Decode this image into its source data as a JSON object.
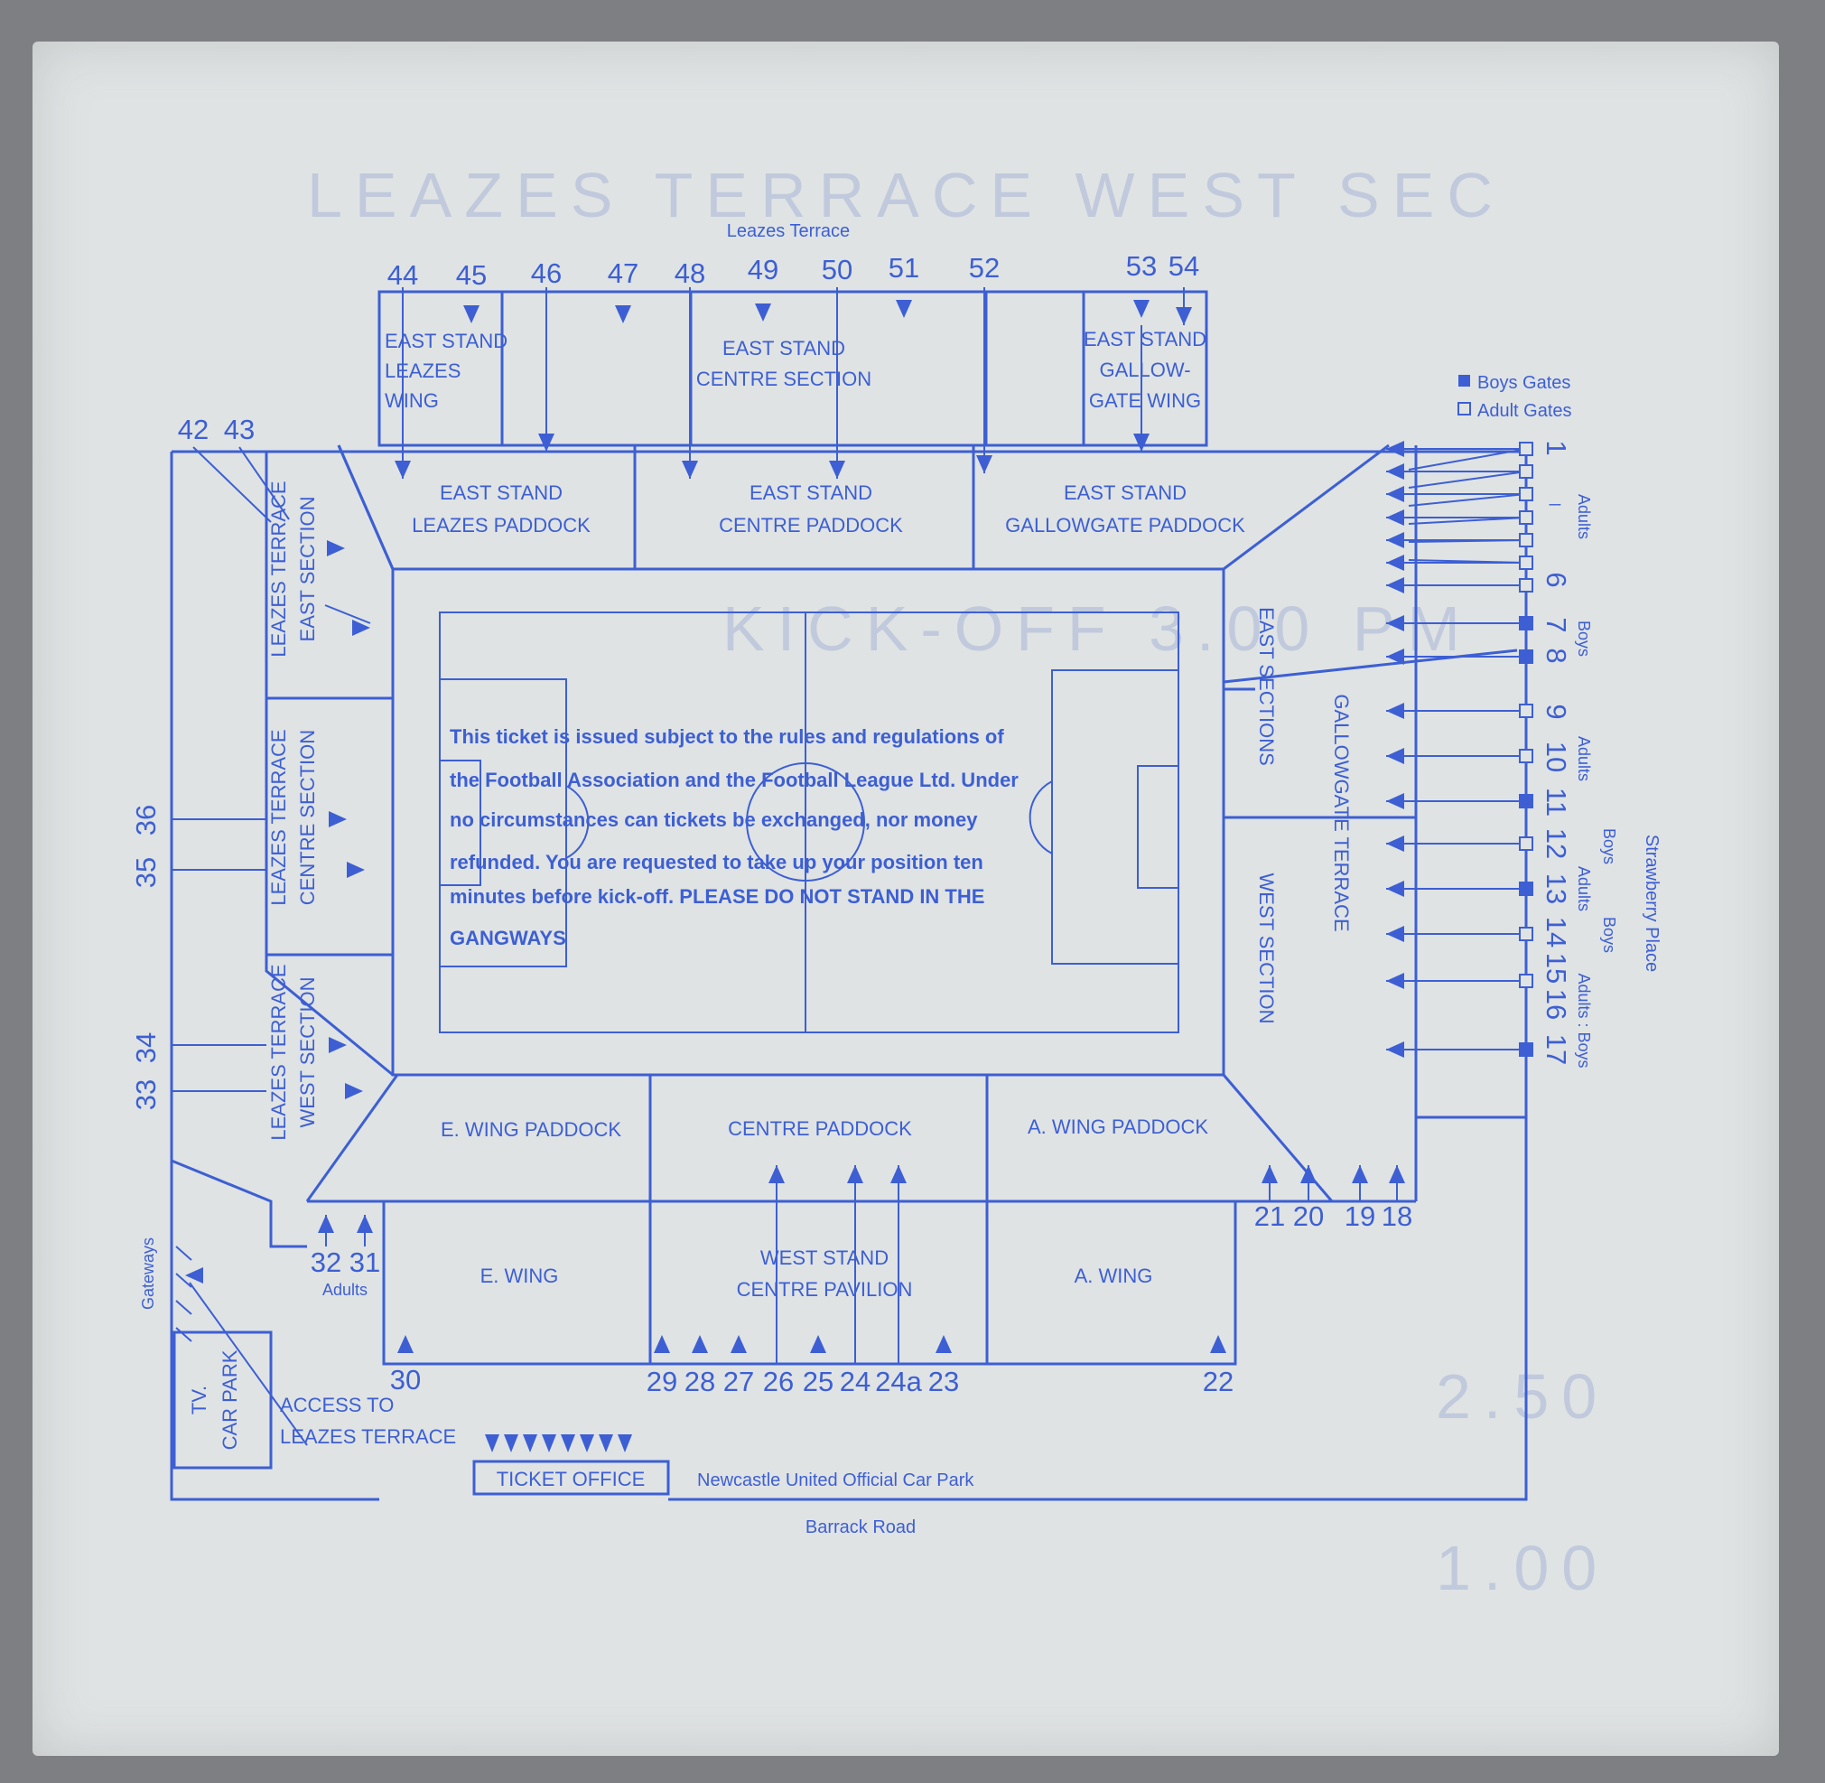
{
  "map": {
    "top_road": "Leazes Terrace",
    "bottom_road": "Barrack Road",
    "right_road": "Strawberry Place",
    "left_note": "Gateways",
    "legend": {
      "boys": "Boys Gates",
      "adults": "Adult Gates"
    },
    "sections": {
      "es_leazes_wing": [
        "EAST STAND",
        "LEAZES",
        "WING"
      ],
      "es_centre_section": [
        "EAST STAND",
        "CENTRE SECTION"
      ],
      "es_gallowgate_wing": [
        "EAST STAND",
        "GALLOW-",
        "GATE WING"
      ],
      "es_leazes_paddock": [
        "EAST STAND",
        "LEAZES PADDOCK"
      ],
      "es_centre_paddock": [
        "EAST STAND",
        "CENTRE PADDOCK"
      ],
      "es_gallowgate_paddock": [
        "EAST STAND",
        "GALLOWGATE PADDOCK"
      ],
      "lt_east": [
        "LEAZES TERRACE",
        "EAST SECTION"
      ],
      "lt_centre": [
        "LEAZES TERRACE",
        "CENTRE SECTION"
      ],
      "lt_west": [
        "LEAZES TERRACE",
        "WEST SECTION"
      ],
      "gt_east": "EAST SECTIONS",
      "gt_west": "WEST SECTION",
      "gt_name": "GALLOWGATE TERRACE",
      "e_wing_paddock": "E. WING PADDOCK",
      "centre_paddock": "CENTRE PADDOCK",
      "a_wing_paddock": "A. WING PADDOCK",
      "e_wing": "E. WING",
      "ws_centre_pavilion": [
        "WEST STAND",
        "CENTRE PAVILION"
      ],
      "a_wing": "A. WING",
      "tv_car_park": [
        "TV.",
        "CAR PARK"
      ],
      "access": [
        "ACCESS TO",
        "LEAZES TERRACE"
      ],
      "ticket_office": "TICKET OFFICE",
      "official_car_park": "Newcastle United Official Car Park"
    },
    "gates": {
      "top": [
        "44",
        "45",
        "46",
        "47",
        "48",
        "49",
        "50",
        "51",
        "52",
        "53",
        "54"
      ],
      "left_top": [
        "42",
        "43"
      ],
      "left_side": [
        "36",
        "35",
        "34",
        "33"
      ],
      "right": [
        "1",
        "6",
        "7",
        "8",
        "9",
        "10",
        "11",
        "12",
        "13",
        "14",
        "15",
        "16",
        "17"
      ],
      "bottom_right": [
        "21",
        "20",
        "19",
        "18"
      ],
      "bottom_left": [
        "32",
        "31"
      ],
      "bottom": [
        "30",
        "29",
        "28",
        "27",
        "26",
        "25",
        "24",
        "24a",
        "23",
        "22"
      ]
    },
    "gate_notes": {
      "adults_1_6": "Adults",
      "dash": "_",
      "boys_7_8": "Boys",
      "adults_9_11": "Adults",
      "boys_12": "Boys",
      "adults_13": "Adults",
      "boys_14": "Boys",
      "adults_boys_15_17": "Adults : Boys",
      "adults_31_32": "Adults"
    },
    "notice": [
      "This ticket is issued subject to the rules and regulations of",
      "the Football Association and the Football League Ltd. Under",
      "no circumstances can tickets be exchanged, nor money",
      "refunded. You are requested to take up your position ten",
      "minutes before kick-off. PLEASE DO NOT STAND IN THE",
      "GANGWAYS"
    ],
    "show_through": {
      "line1": "LEAZES TERRACE WEST SEC",
      "line2": "KICK-OFF 3.00 PM",
      "line3": "2.50",
      "line4": "1.00"
    },
    "colors": {
      "ink": "#3d5fd3",
      "paper": "#dfe3e4",
      "surface": "#7d7f82"
    }
  }
}
